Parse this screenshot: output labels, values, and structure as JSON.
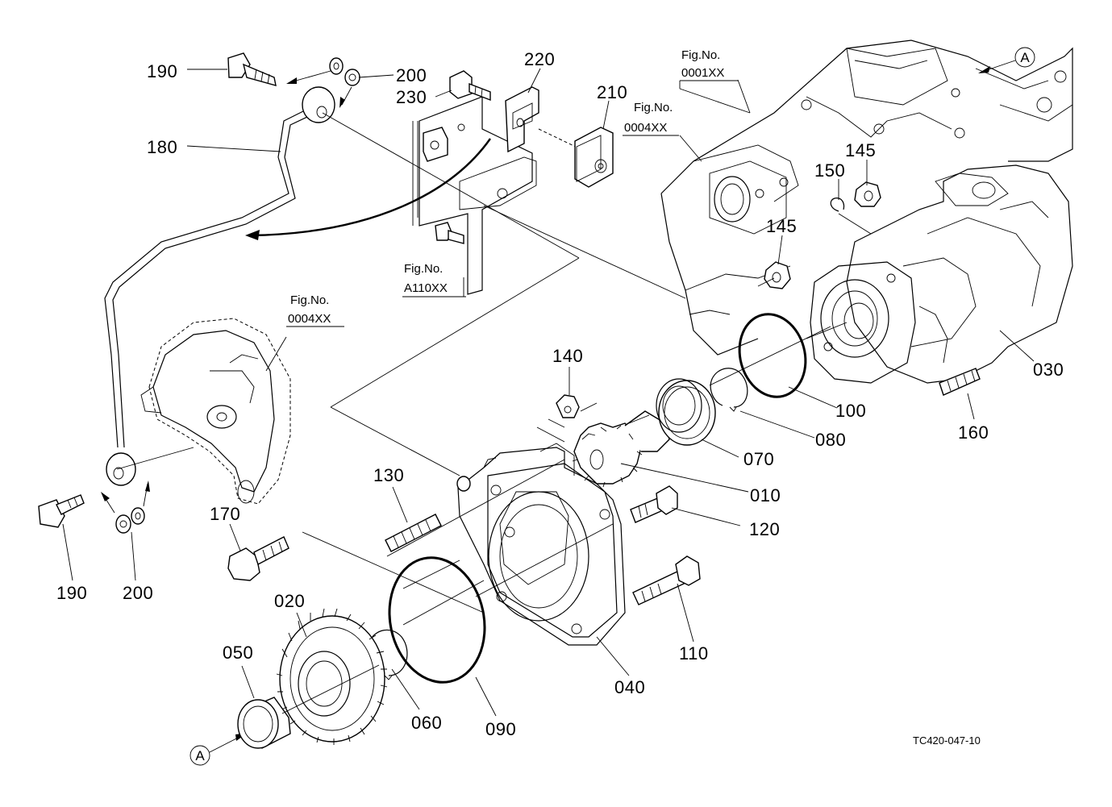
{
  "labels": {
    "p190_top": "190",
    "p200_top": "200",
    "p180": "180",
    "p230": "230",
    "p220": "220",
    "p210": "210",
    "p145_a": "145",
    "p150": "150",
    "p145_b": "145",
    "p030": "030",
    "p160": "160",
    "p100": "100",
    "p080": "080",
    "p070": "070",
    "p010": "010",
    "p140": "140",
    "p130": "130",
    "p120": "120",
    "p170": "170",
    "p110": "110",
    "p040": "040",
    "p090": "090",
    "p060": "060",
    "p020": "020",
    "p050": "050",
    "p190_bottom": "190",
    "p200_bottom": "200"
  },
  "fig_refs": {
    "ref_0001": {
      "title": "Fig.No.",
      "code": "0001XX"
    },
    "ref_0004_top": {
      "title": "Fig.No.",
      "code": "0004XX"
    },
    "ref_a110": {
      "title": "Fig.No.",
      "code": "A110XX"
    },
    "ref_0004_left": {
      "title": "Fig.No.",
      "code": "0004XX"
    }
  },
  "view_markers": {
    "top": "A",
    "bottom": "A"
  },
  "drawing_id": "TC420-047-10"
}
